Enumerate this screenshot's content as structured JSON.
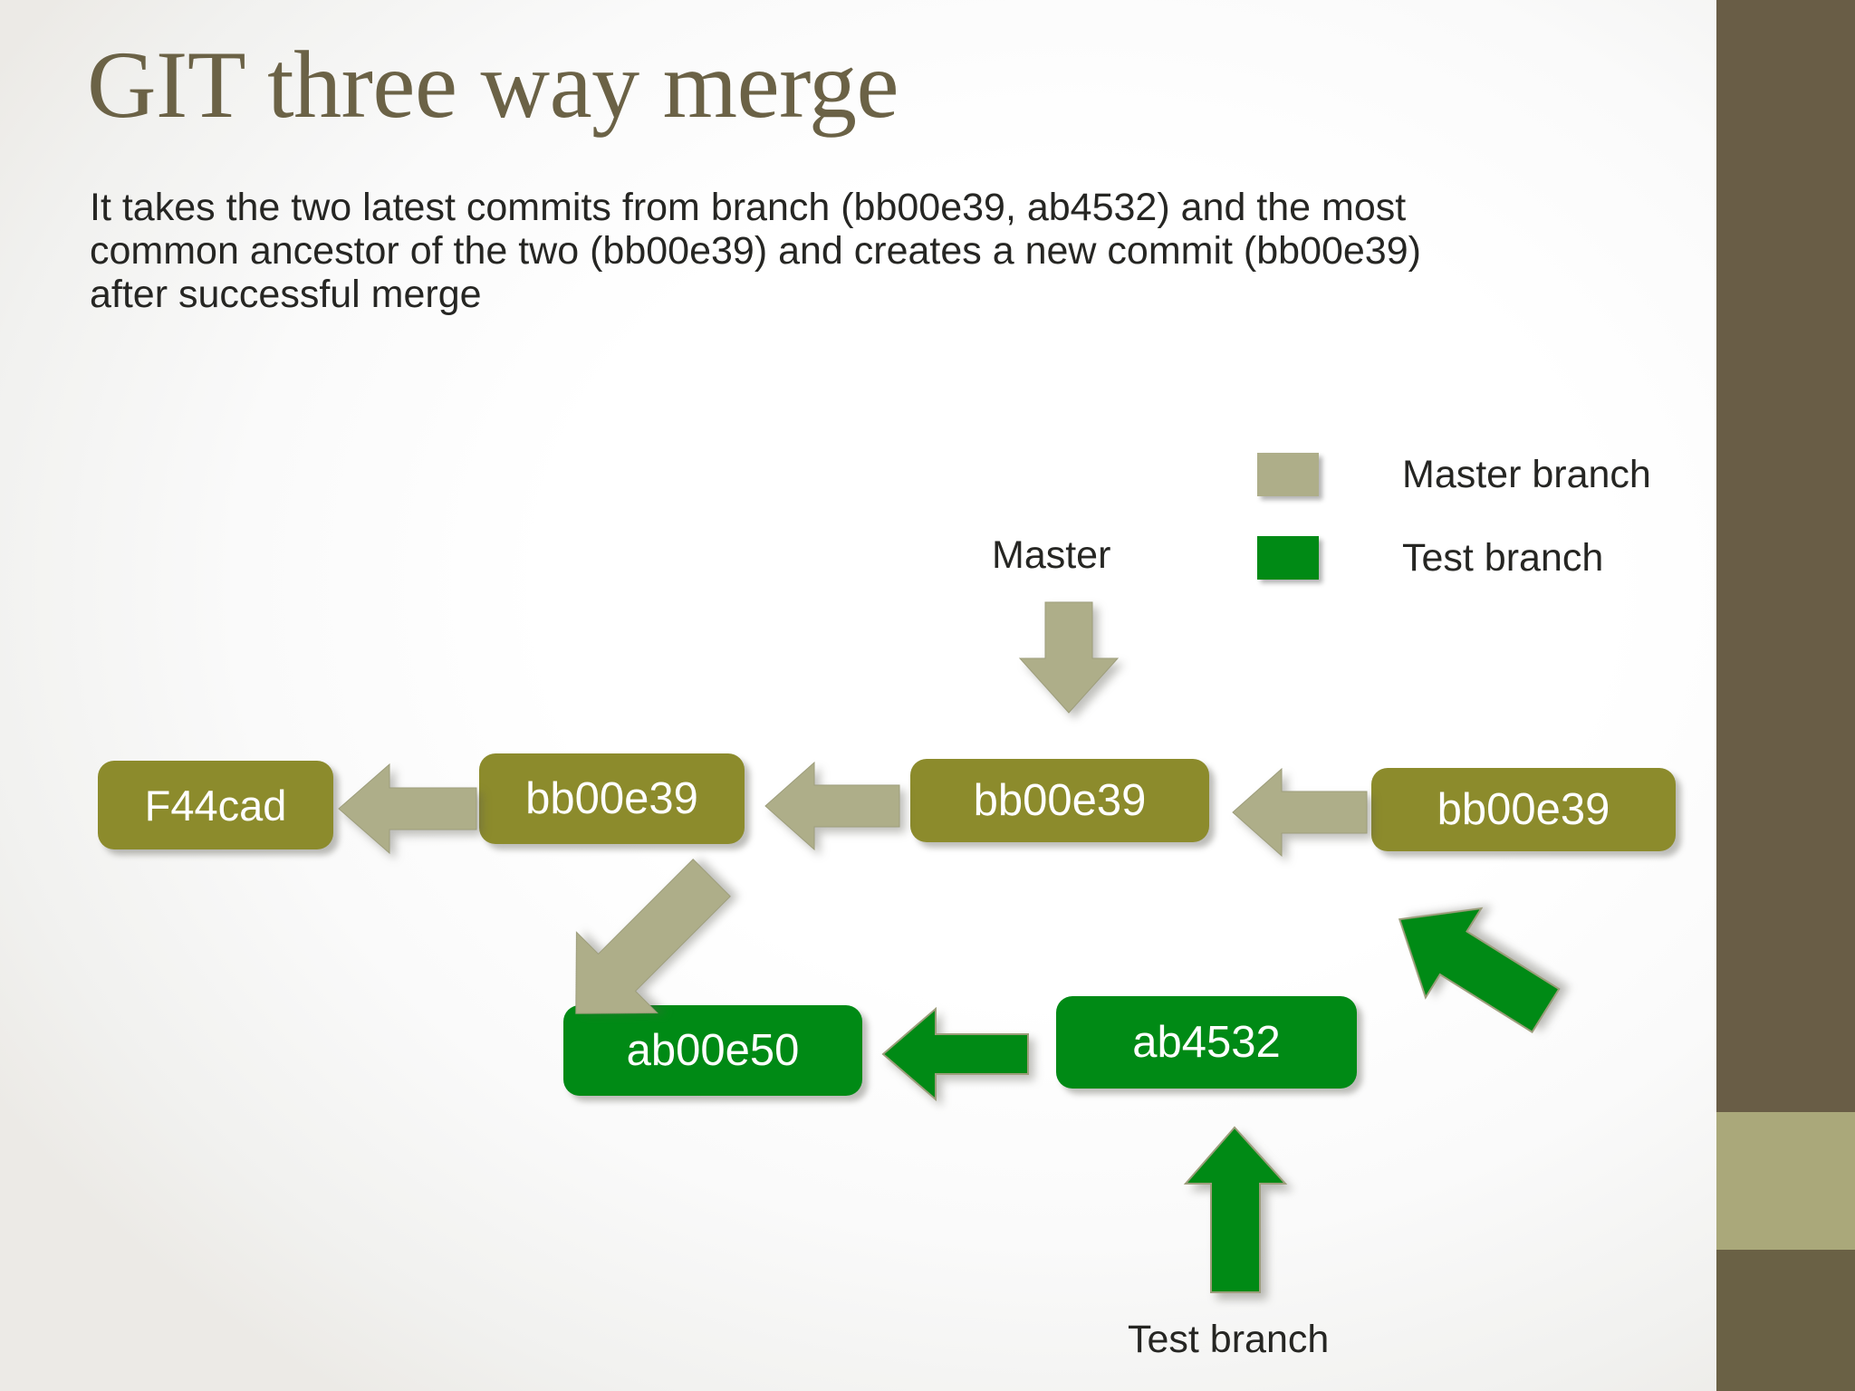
{
  "slide": {
    "title": "GIT three way merge",
    "body_lines": [
      "It takes the two latest commits from branch (bb00e39, ab4532) and the most",
      "common ancestor of the two (bb00e39) and creates a new commit (bb00e39)",
      "after successful merge"
    ]
  },
  "legend": {
    "items": [
      {
        "label": "Master branch",
        "color": "#aeae89"
      },
      {
        "label": "Test branch",
        "color": "#008a15"
      }
    ]
  },
  "diagram": {
    "labels": {
      "master": "Master",
      "test": "Test branch"
    },
    "nodes": [
      {
        "id": "f44cad",
        "text": "F44cad",
        "branch": "master",
        "color": "#8c8b2c"
      },
      {
        "id": "bb1",
        "text": "bb00e39",
        "branch": "master",
        "color": "#8c8b2c"
      },
      {
        "id": "bb2",
        "text": "bb00e39",
        "branch": "master",
        "color": "#8c8b2c"
      },
      {
        "id": "bb3",
        "text": "bb00e39",
        "branch": "master",
        "color": "#8c8b2c"
      },
      {
        "id": "ab00e50",
        "text": "ab00e50",
        "branch": "test",
        "color": "#008a15"
      },
      {
        "id": "ab4532",
        "text": "ab4532",
        "branch": "test",
        "color": "#008a15"
      }
    ],
    "arrows": [
      {
        "name": "bb1-to-f44cad",
        "direction": "left",
        "color": "#aeae89"
      },
      {
        "name": "bb2-to-bb1",
        "direction": "left",
        "color": "#aeae89"
      },
      {
        "name": "bb3-to-bb2",
        "direction": "left",
        "color": "#aeae89"
      },
      {
        "name": "ab4532-to-ab00e50",
        "direction": "left",
        "color": "#008a15"
      },
      {
        "name": "master-pointer",
        "direction": "down",
        "color": "#aeae89"
      },
      {
        "name": "test-pointer",
        "direction": "up",
        "color": "#008a15"
      },
      {
        "name": "ab00e50-to-bb1",
        "direction": "up-left",
        "color": "#aeae89"
      },
      {
        "name": "ab4532-to-bb3",
        "direction": "up-right",
        "color": "#008a15"
      }
    ]
  },
  "sidebar": {
    "segments": [
      {
        "name": "dark-top",
        "color": "#695d46"
      },
      {
        "name": "sage-band",
        "color": "#aaa87a"
      },
      {
        "name": "dark-bottom",
        "color": "#6a6145"
      }
    ]
  }
}
